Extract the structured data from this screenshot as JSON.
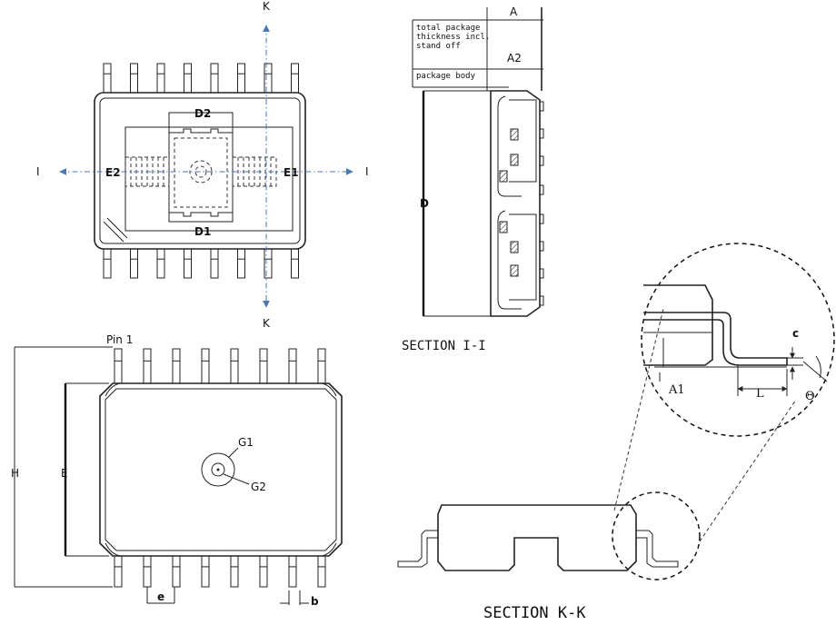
{
  "top_view": {
    "axis_k_top": "K",
    "axis_k_bottom": "K",
    "axis_i_left": "I",
    "axis_i_right": "I",
    "dim_d2": "D2",
    "dim_d1": "D1",
    "dim_e2": "E2",
    "dim_e1": "E1"
  },
  "section_i": {
    "note_total": [
      "total package",
      "thickness incl.",
      "stand off"
    ],
    "note_body": "package body",
    "dim_a": "A",
    "dim_a2": "A2",
    "dim_d": "D",
    "title": "SECTION I-I"
  },
  "bottom_view": {
    "pin1": "Pin 1",
    "dim_h": "H",
    "dim_e_big": "E",
    "dim_g1": "G1",
    "dim_g2": "G2",
    "dim_e_pitch": "e",
    "dim_b": "b"
  },
  "section_k": {
    "title": "SECTION K-K",
    "dim_c": "c",
    "dim_a1": "A1",
    "dim_l": "L",
    "dim_theta": "Θ"
  },
  "colors": {
    "axis_line": "#4a78b5",
    "ink": "#222222"
  }
}
